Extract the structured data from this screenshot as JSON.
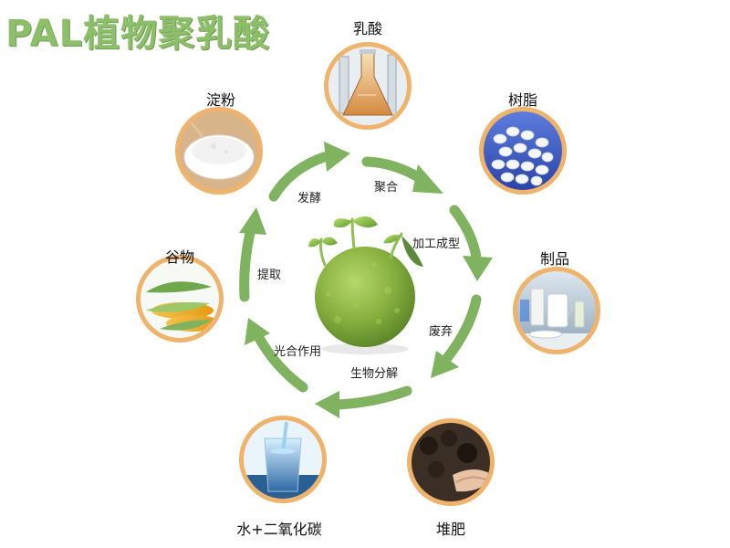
{
  "title": "PAL植物聚乳酸",
  "colors": {
    "title": "#8dbf6a",
    "arrow": "#7fb35f",
    "ring": "#f0b36b",
    "ball": "#88b43e"
  },
  "nodes": {
    "lactic_acid": {
      "label": "乳酸",
      "icon": "lab-flask-icon"
    },
    "resin": {
      "label": "树脂",
      "icon": "resin-pellets-icon"
    },
    "products": {
      "label": "制品",
      "icon": "products-icon"
    },
    "compost": {
      "label": "堆肥",
      "icon": "compost-icon"
    },
    "water_co2": {
      "label": "水+二氧化碳",
      "icon": "water-glass-icon"
    },
    "grain": {
      "label": "谷物",
      "icon": "corn-icon"
    },
    "starch": {
      "label": "淀粉",
      "icon": "starch-bowl-icon"
    }
  },
  "steps": {
    "ferment": "发酵",
    "polymerize": "聚合",
    "process": "加工成型",
    "discard": "废弃",
    "biodegrade": "生物分解",
    "photosynthesis": "光合作用",
    "extract": "提取"
  }
}
